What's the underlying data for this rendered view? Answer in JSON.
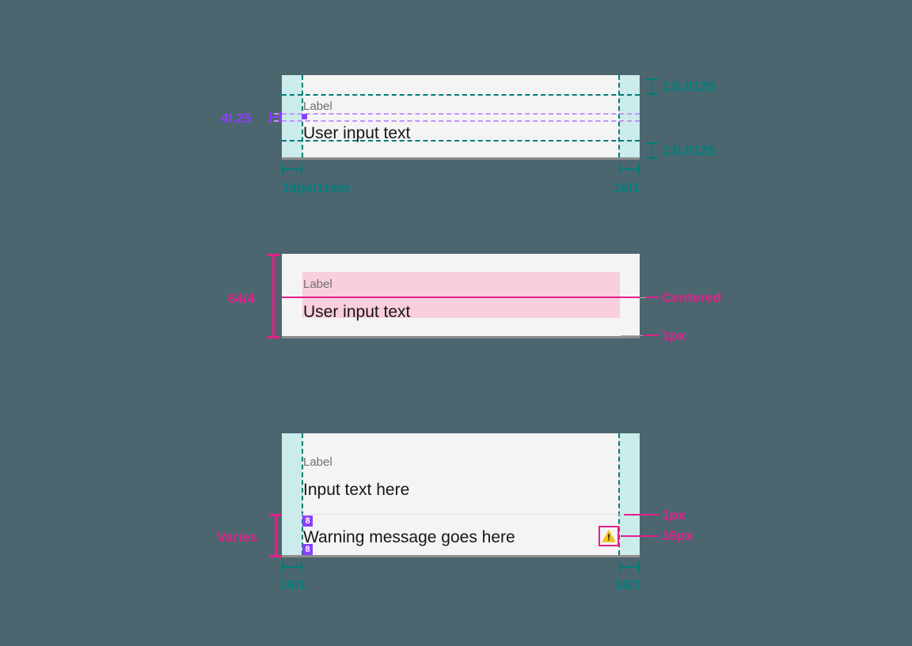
{
  "page": {
    "title": "Text input specification",
    "background_color": "#4c666f",
    "accent_teal": "#007d79",
    "accent_pink": "#e0218a",
    "accent_purple": "#8a3ffc",
    "field_background": "#f4f4f4",
    "padding_overlay_color": "#ccebeb",
    "pink_overlay_color": "#f9cede"
  },
  "spec_default": {
    "name": "default-text-input",
    "label": "Label",
    "value": "User input text",
    "annotations": {
      "left_gap": "4/.25",
      "top_padding": "13/.8125",
      "bottom_padding": "13/.8125",
      "left_padding": "16px/1rem",
      "right_padding": "16/1"
    }
  },
  "spec_height": {
    "name": "height-text-input",
    "label": "Label",
    "value": "User input text",
    "annotations": {
      "height": "64/4",
      "alignment": "Centered",
      "border": "1px"
    }
  },
  "spec_warning": {
    "name": "warning-text-input",
    "label": "Label",
    "value": "Input text here",
    "warning_message": "Warning message goes here",
    "warning_icon": "warning-triangle-icon",
    "badges": [
      "8",
      "8"
    ],
    "annotations": {
      "height": "Varies",
      "divider": "1px",
      "icon_size": "16px",
      "left_padding": "16/1",
      "right_padding": "16/1"
    }
  }
}
